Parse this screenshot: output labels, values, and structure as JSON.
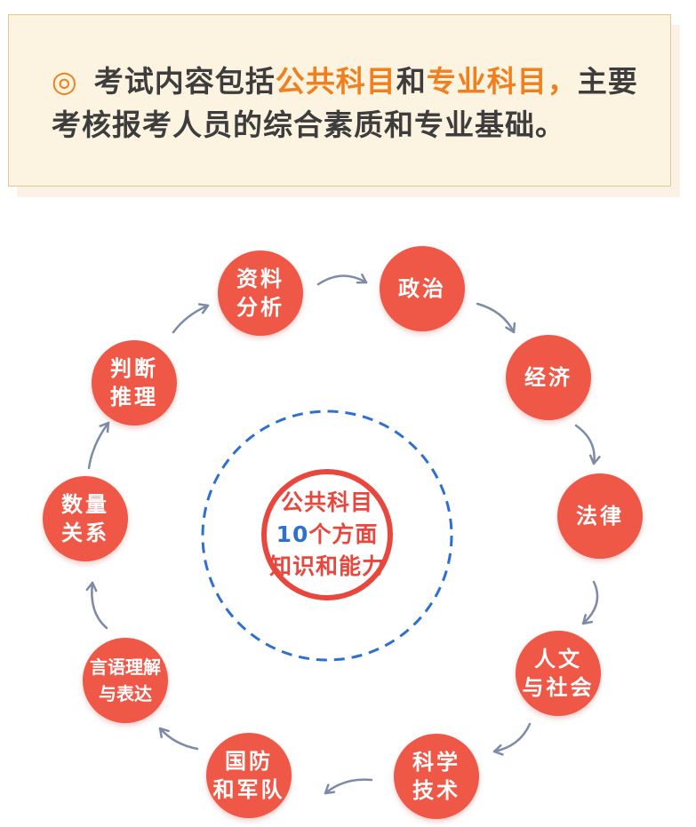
{
  "intro": {
    "mark": "◎",
    "part1": "考试内容包括",
    "highlight1": "公共科目",
    "part2": "和",
    "highlight2": "专业科目，",
    "part3": "主要考核报考人员的综合素质和专业基础。"
  },
  "center": {
    "line1": "公共科目",
    "line2_num": "10",
    "line2_text": "个方面",
    "line3": "知识和能力"
  },
  "nodes": [
    {
      "id": "zhengzhi",
      "lines": [
        "政治"
      ]
    },
    {
      "id": "jingji",
      "lines": [
        "经济"
      ]
    },
    {
      "id": "falv",
      "lines": [
        "法律"
      ]
    },
    {
      "id": "renwen",
      "lines": [
        "人文",
        "与社会"
      ]
    },
    {
      "id": "kexue",
      "lines": [
        "科学",
        "技术"
      ]
    },
    {
      "id": "guofang",
      "lines": [
        "国防",
        "和军队"
      ]
    },
    {
      "id": "yanyu",
      "lines": [
        "言语理解",
        "与表达"
      ]
    },
    {
      "id": "shuliang",
      "lines": [
        "数量",
        "关系"
      ]
    },
    {
      "id": "panduan",
      "lines": [
        "判断",
        "推理"
      ]
    },
    {
      "id": "ziliao",
      "lines": [
        "资料",
        "分析"
      ]
    }
  ],
  "colors": {
    "node_fill": "#ef5747",
    "accent_orange": "#f07f1e",
    "center_red": "#e8473d",
    "center_blue": "#2f72c9",
    "dashed_ring": "#2f6fd0"
  }
}
